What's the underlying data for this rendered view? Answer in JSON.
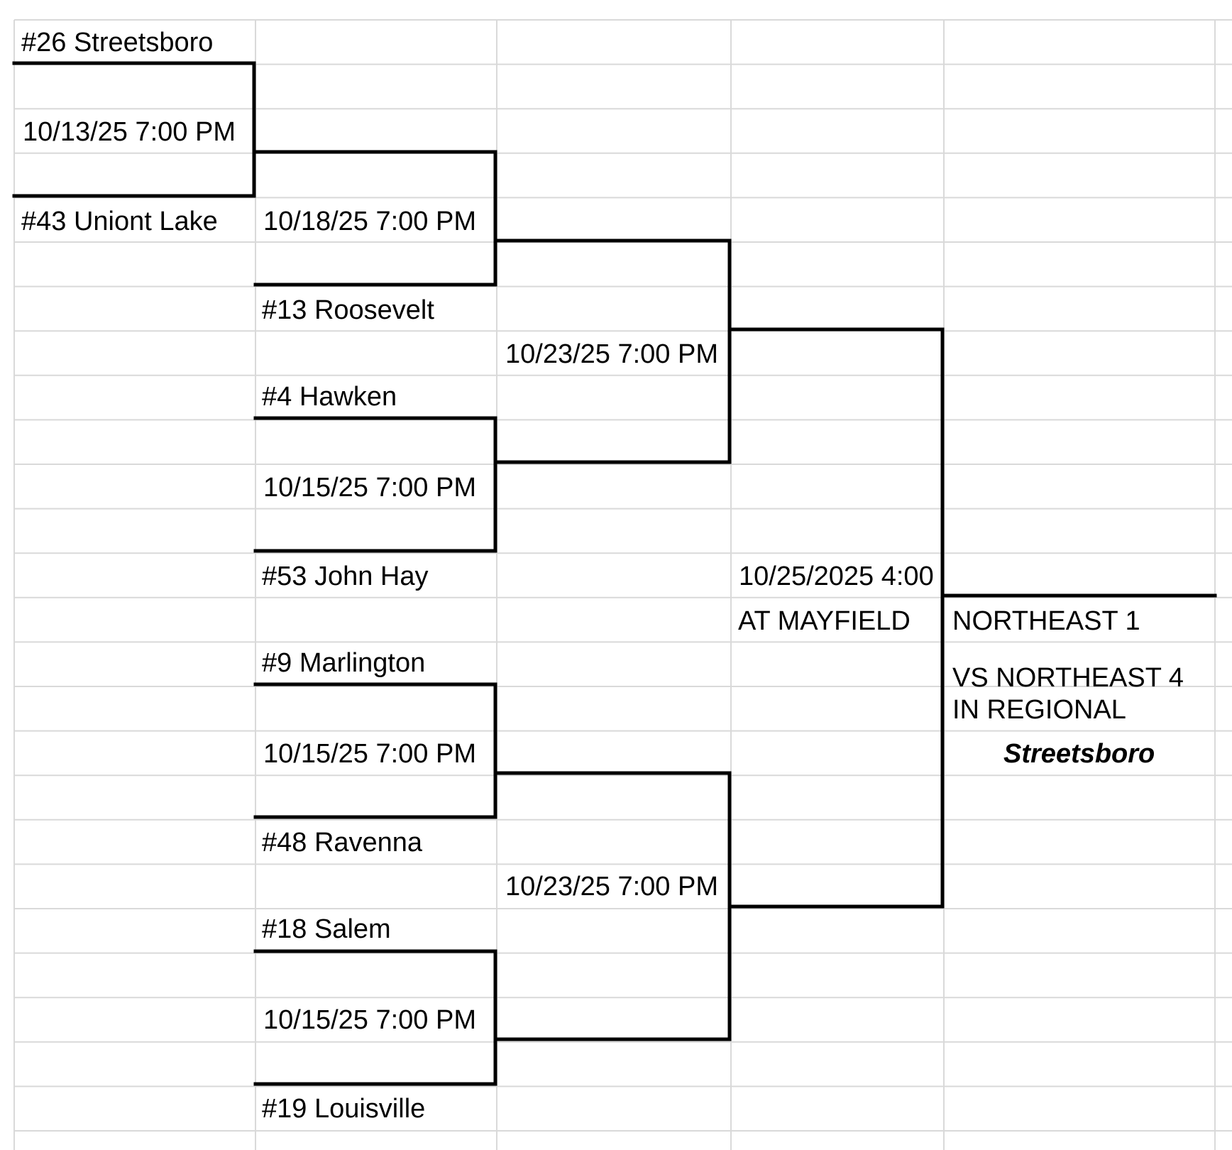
{
  "sheet": {
    "grid_color": "#d9d9d9",
    "line_color": "#000000",
    "text_color": "#000000"
  },
  "bracket": {
    "round0": {
      "team_top": "#26 Streetsboro",
      "game_time": "10/13/25 7:00 PM",
      "team_bottom": "#43 Uniont Lake"
    },
    "round1": {
      "game_a_time": "10/18/25 7:00 PM",
      "roosevelt": "#13 Roosevelt",
      "hawken": "#4 Hawken",
      "game_b_time": "10/15/25 7:00 PM",
      "john_hay": "#53 John Hay",
      "marlington": "#9 Marlington",
      "game_c_time": "10/15/25 7:00 PM",
      "ravenna": "#48 Ravenna",
      "salem": "#18 Salem",
      "game_d_time": "10/15/25 7:00 PM",
      "louisville": "#19 Louisville"
    },
    "semis": {
      "top_time": "10/23/25 7:00 PM",
      "bottom_time": "10/23/25 7:00 PM"
    },
    "final": {
      "time": "10/25/2025 4:00",
      "location": "AT MAYFIELD"
    },
    "result": {
      "champion_label": "NORTHEAST 1",
      "next_line1": "VS NORTHEAST 4",
      "next_line2": "IN REGIONAL",
      "winner": "Streetsboro"
    }
  }
}
